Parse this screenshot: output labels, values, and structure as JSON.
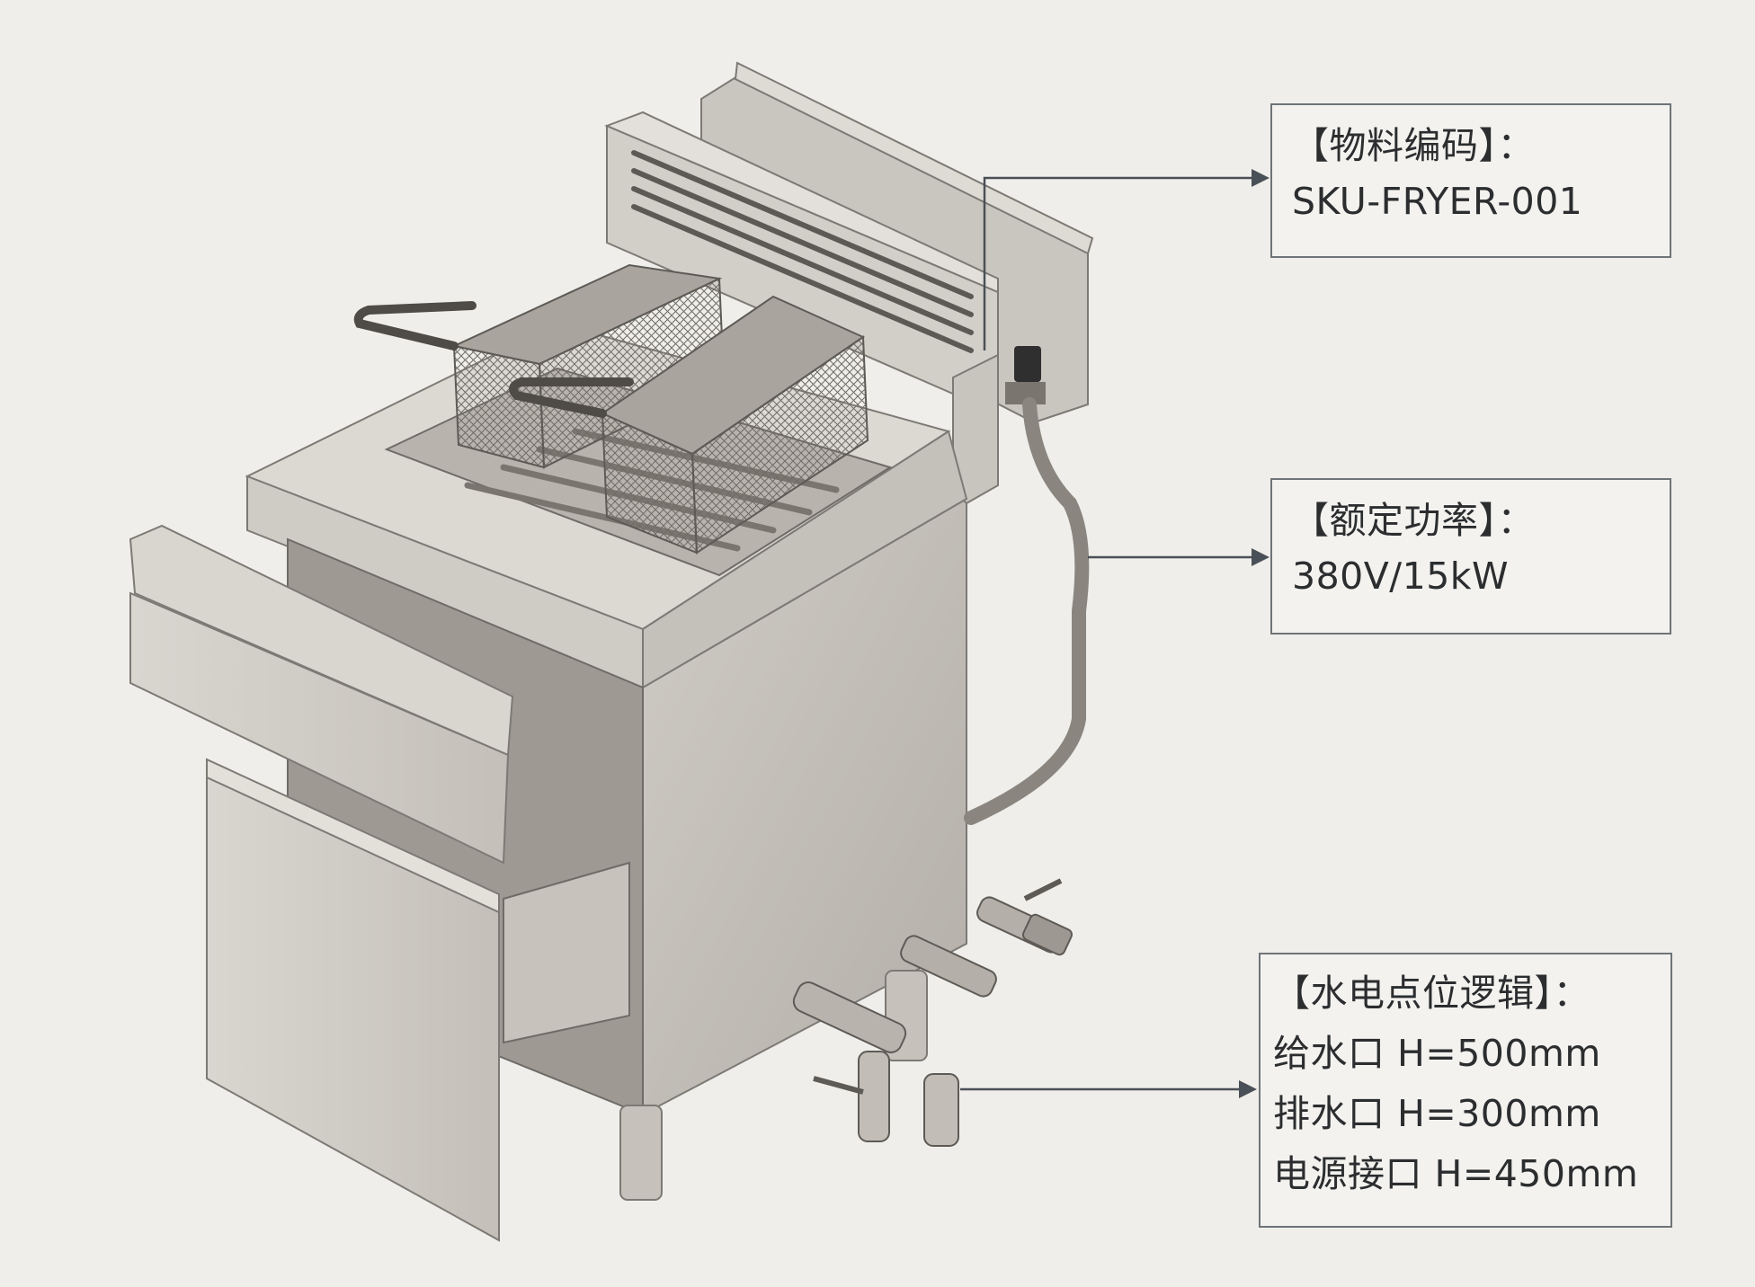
{
  "colors": {
    "background": "#efeeea",
    "steel_light": "#d8d5cf",
    "steel_mid": "#bdb9b2",
    "steel_dark": "#8d8984",
    "leader_line": "#4a5057",
    "callout_border": "#6e7478"
  },
  "callouts": {
    "material_code": {
      "label": "【物料编码】：",
      "value": "SKU-FRYER-001"
    },
    "rated_power": {
      "label": "【额定功率】：",
      "value": "380V/15kW"
    },
    "utility_points": {
      "label": "【水电点位逻辑】：",
      "lines": [
        "给水口 H=500mm",
        "排水口 H=300mm",
        "电源接口 H=450mm"
      ]
    }
  }
}
